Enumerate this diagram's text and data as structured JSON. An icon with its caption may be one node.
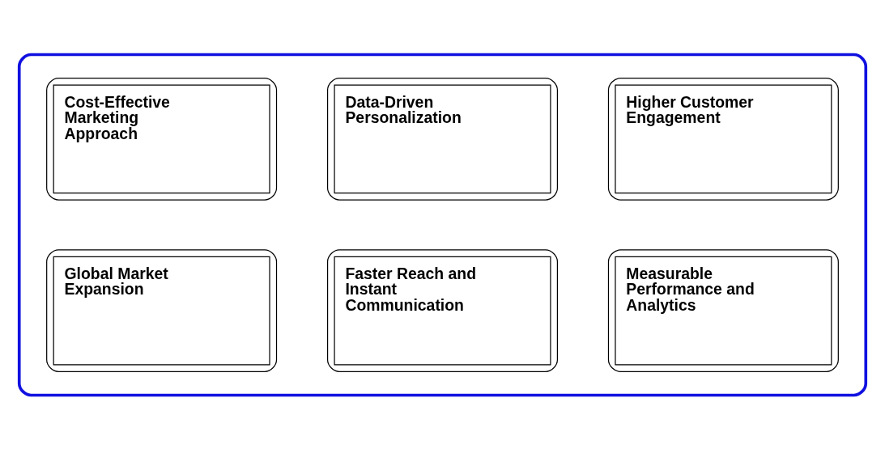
{
  "diagram": {
    "nodes": [
      {
        "text": [],
        "shape": "box"
      },
      {
        "text": [
          "Cost-Effective Marketing Approach"
        ],
        "in": 0
      },
      {
        "text": [
          "Data-Driven Personalization"
        ],
        "in": 0
      },
      {
        "text": [
          "Higher Customer Engagement"
        ],
        "in": 0
      },
      {
        "text": [
          "Global Market Expansion"
        ],
        "in": 0
      },
      {
        "text": [
          "Faster Reach and Instant Communication"
        ],
        "in": 0
      },
      {
        "text": [
          "Measurable Performance and Analytics"
        ],
        "in": 0
      }
    ],
    "edges": []
  }
}
